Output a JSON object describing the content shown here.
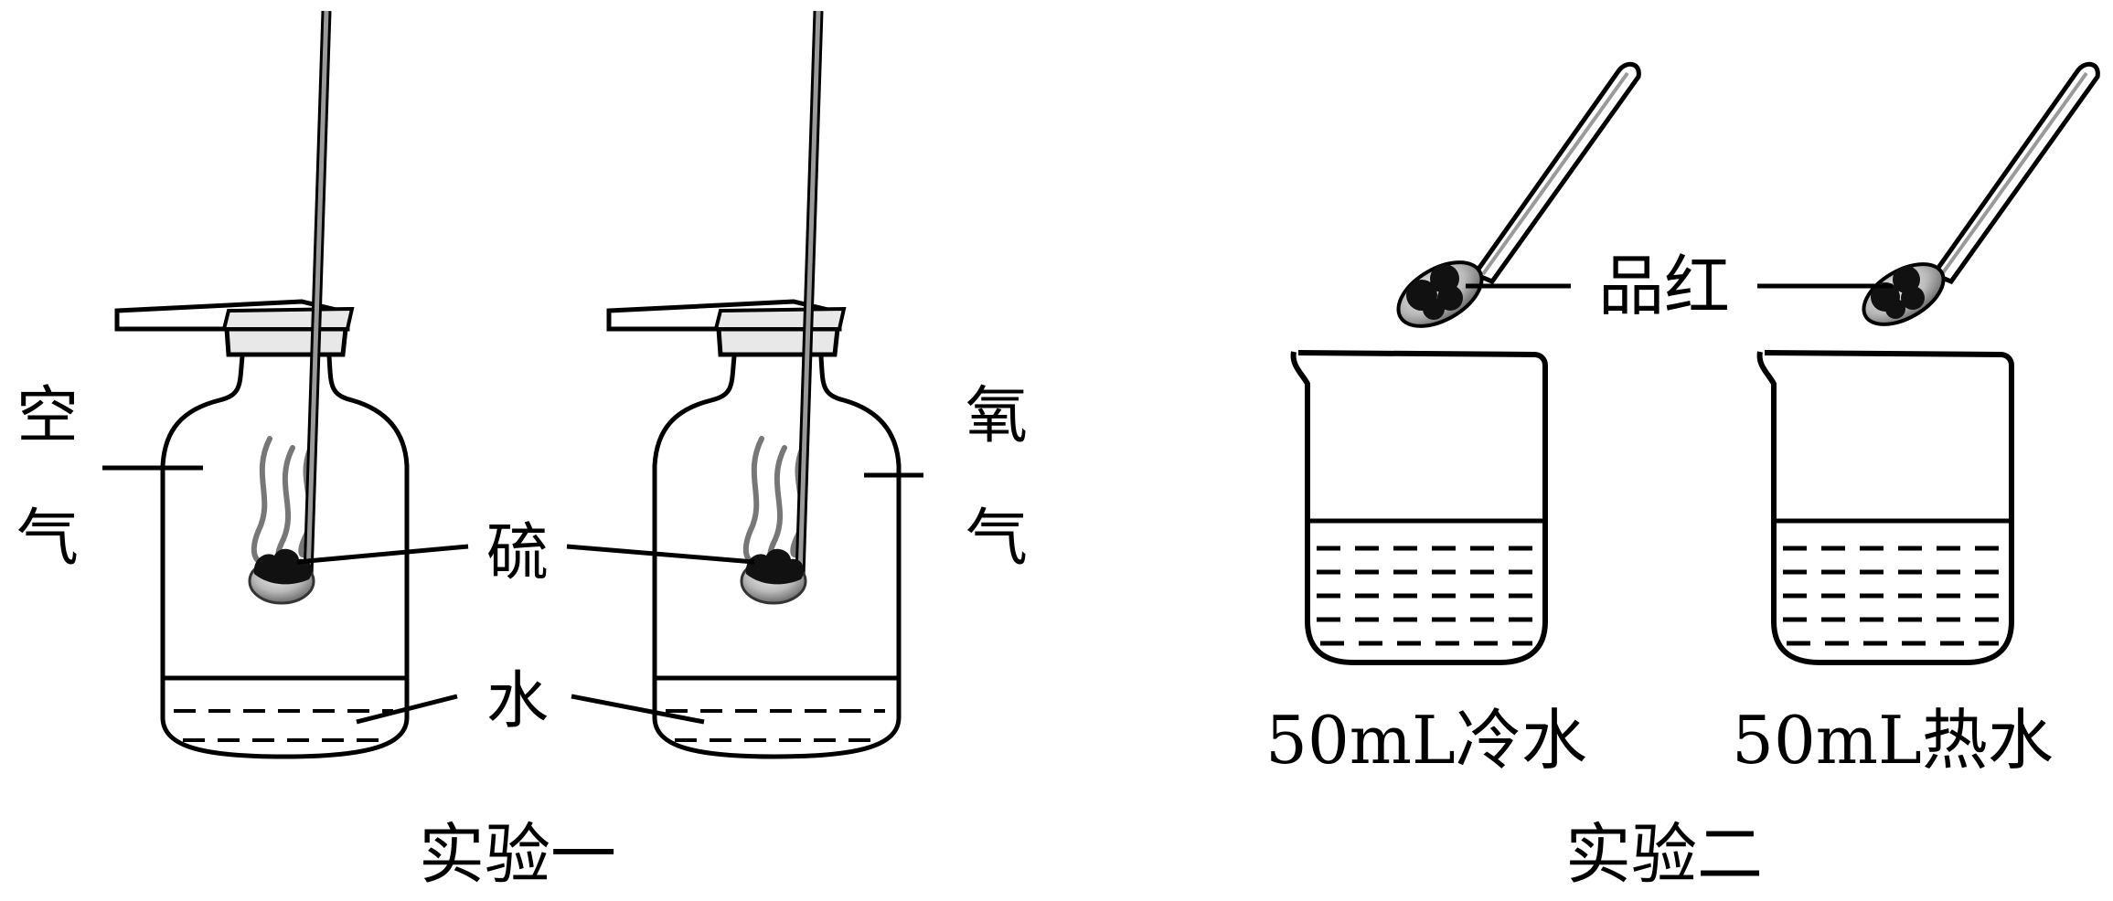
{
  "experiment_one": {
    "caption": "实验一",
    "left_bottle_label_line1": "空",
    "left_bottle_label_line2": "气",
    "right_bottle_label_line1": "氧",
    "right_bottle_label_line2": "气",
    "sulfur_label": "硫",
    "water_label": "水"
  },
  "experiment_two": {
    "caption": "实验二",
    "dye_label": "品红",
    "cold_beaker_label": "50mL冷水",
    "hot_beaker_label": "50mL热水"
  }
}
